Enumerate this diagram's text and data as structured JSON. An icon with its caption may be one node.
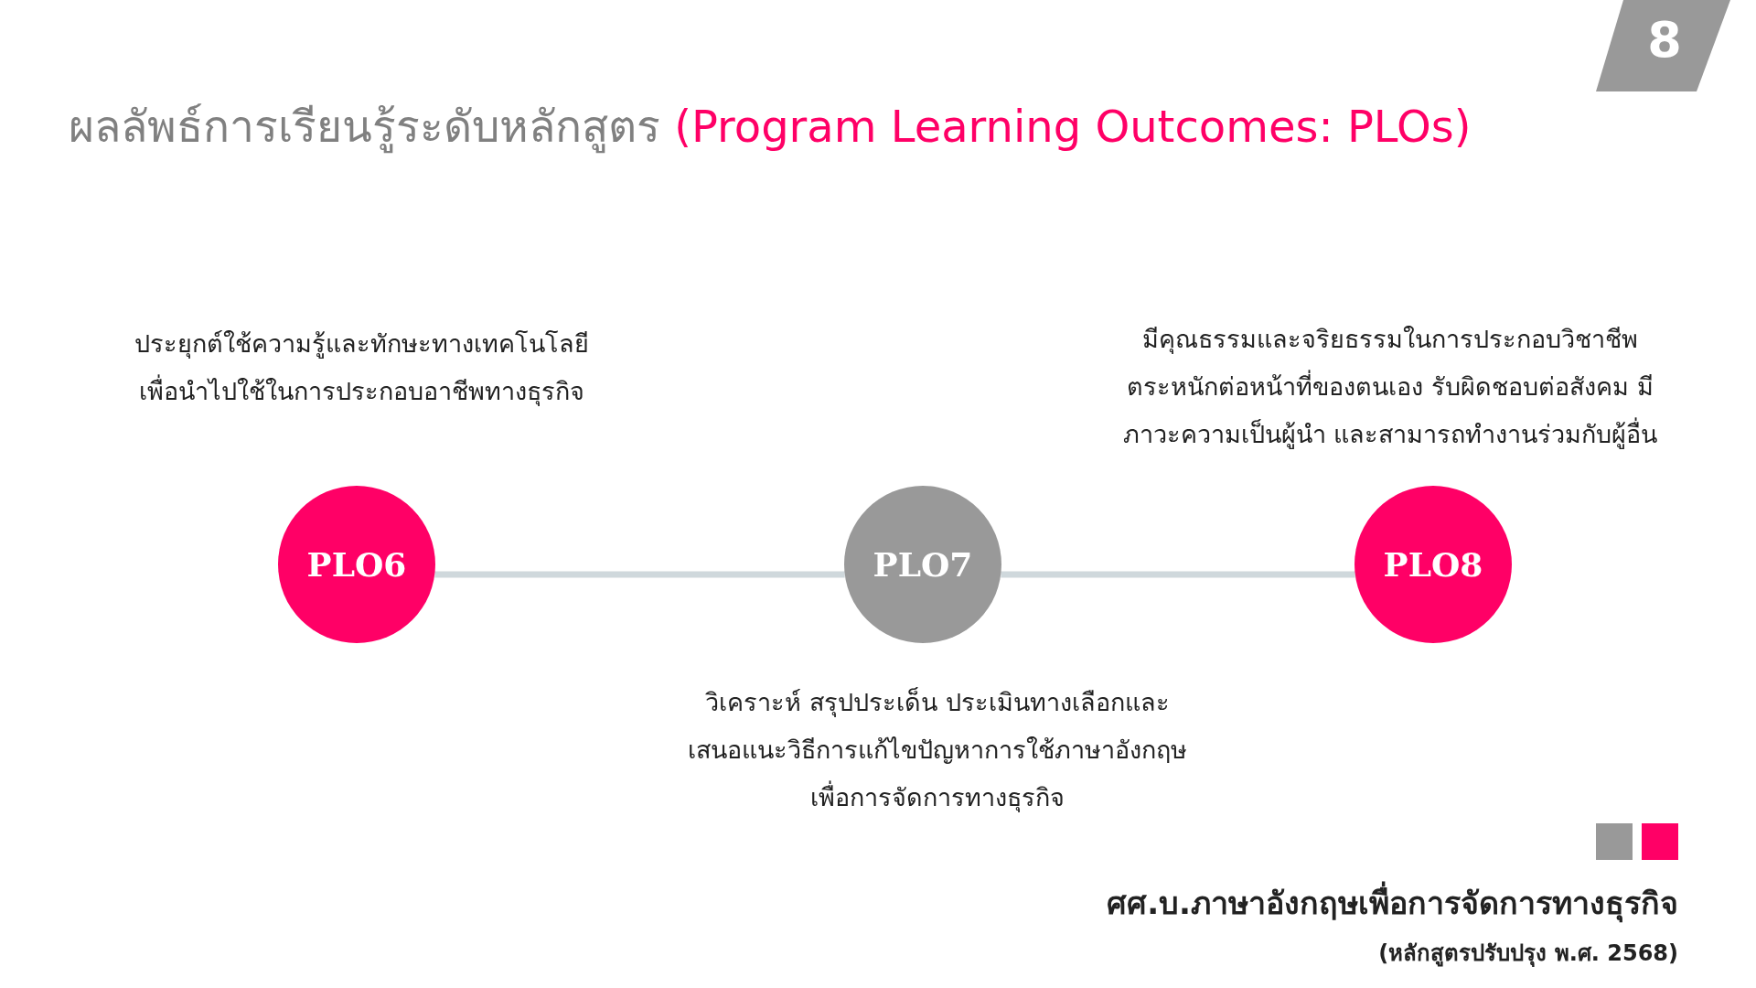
{
  "diagram": {
    "title": "ผลลัพธ์การเรียนรู้ระดับหลักสูตร (Program Learning Outcomes: PLOs)",
    "nodes": [
      {
        "text": [
          "PLO6"
        ],
        "beside": [
          "ประยุกต์ใช้ความรู้และทักษะทางเทคโนโลยี เพื่อนำไปใช้ในการประกอบอาชีพทางธุรกิจ"
        ]
      },
      {
        "text": [
          "PLO7"
        ],
        "beside": [
          "วิเคราะห์ สรุปประเด็น ประเมินทางเลือกและ เสนอแนะวิธีการแก้ไขปัญหาการใช้ภาษาอังกฤษ เพื่อการจัดการทางธุรกิจ"
        ]
      },
      {
        "text": [
          "PLO8"
        ],
        "beside": [
          "มีคุณธรรมและจริยธรรมในการประกอบวิชาชีพ ตระหนักต่อหน้าที่ของตนเอง รับผิดชอบต่อสังคม มีภาวะความเป็นผู้นำ และสามารถทำงานร่วมกับผู้อื่น"
        ]
      }
    ],
    "edges": [
      {
        "from": 0,
        "to": 1,
        "arrow": "none"
      },
      {
        "from": 1,
        "to": 2,
        "arrow": "none"
      }
    ],
    "labels": [
      "8",
      "ศศ.บ.ภาษาอังกฤษเพื่อการจัดการทางธุรกิจ",
      "(หลักสูตรปรับปรุง พ.ศ. 2568)"
    ]
  }
}
